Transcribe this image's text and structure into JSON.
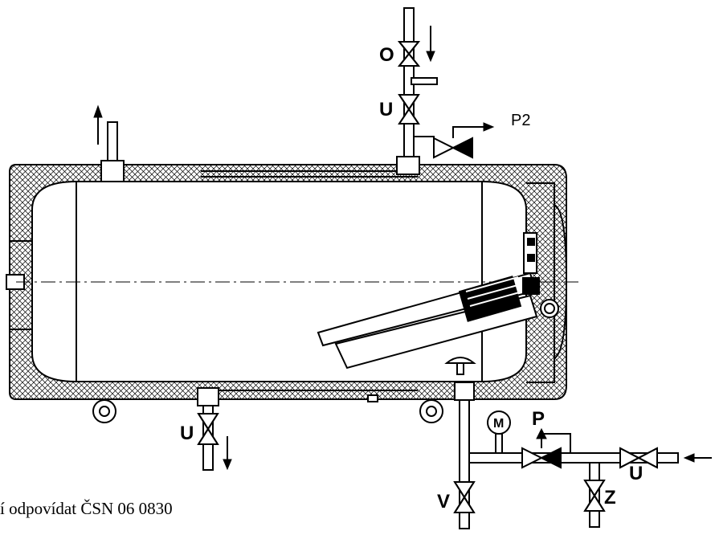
{
  "labels": {
    "valve_o": "O",
    "valve_u_top": "U",
    "valve_p2": "P2",
    "valve_u_bottom": "U",
    "manometer": "M",
    "valve_p": "P",
    "valve_u_inlet": "U",
    "valve_z": "Z",
    "valve_v": "V"
  },
  "footer_note": "í odpovídat ČSN 06 0830",
  "colors": {
    "line": "#000000",
    "background": "#ffffff",
    "insulation_hatch": "#000000"
  }
}
